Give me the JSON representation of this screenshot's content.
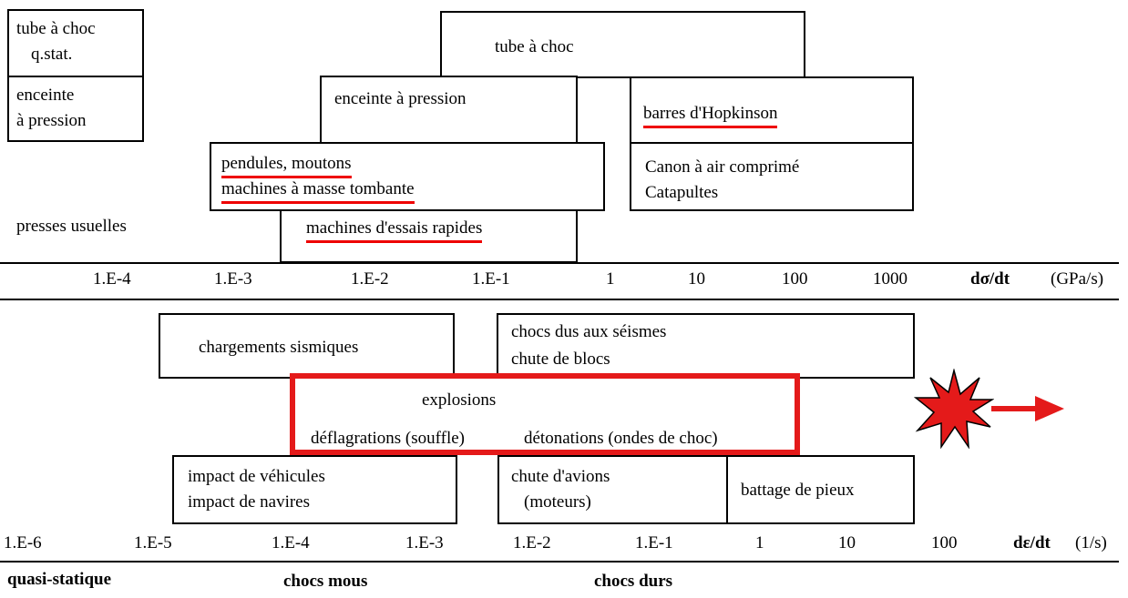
{
  "upper_boxes": {
    "tube_choc_qstat": [
      "tube à choc",
      "q.stat."
    ],
    "enceinte_left": [
      "enceinte",
      "à pression"
    ],
    "tube_choc": "tube à choc",
    "enceinte_pression": "enceinte à pression",
    "hopkinson": "barres d'Hopkinson",
    "canon": [
      "Canon à air comprimé",
      "Catapultes"
    ],
    "pendules": [
      "pendules, moutons",
      "machines à masse tombante"
    ],
    "presses": "presses usuelles",
    "machines_rapides": "machines d'essais rapides"
  },
  "stress_axis": {
    "ticks": [
      "1.E-4",
      "1.E-3",
      "1.E-2",
      "1.E-1",
      "1",
      "10",
      "100",
      "1000"
    ],
    "label": "dσ/dt",
    "unit": "(GPa/s)"
  },
  "lower_boxes": {
    "sismiques": "chargements sismiques",
    "seismes": [
      "chocs dus aux séismes",
      "chute de blocs"
    ],
    "explosions_title": "explosions",
    "deflagrations": "déflagrations (souffle)",
    "detonations": "détonations (ondes de choc)",
    "vehicules": [
      "impact de véhicules",
      "impact de navires"
    ],
    "avions": [
      "chute d'avions",
      "(moteurs)"
    ],
    "pieux": "battage de pieux"
  },
  "strain_axis": {
    "ticks": [
      "1.E-6",
      "1.E-5",
      "1.E-4",
      "1.E-3",
      "1.E-2",
      "1.E-1",
      "1",
      "10",
      "100"
    ],
    "label": "dε/dt",
    "unit": "(1/s)"
  },
  "regimes": [
    "quasi-statique",
    "chocs mous",
    "chocs durs"
  ],
  "colors": {
    "highlight": "#e41a1a"
  },
  "icons": {
    "explosion": "explosion-burst-icon",
    "arrow": "right-arrow-icon"
  }
}
